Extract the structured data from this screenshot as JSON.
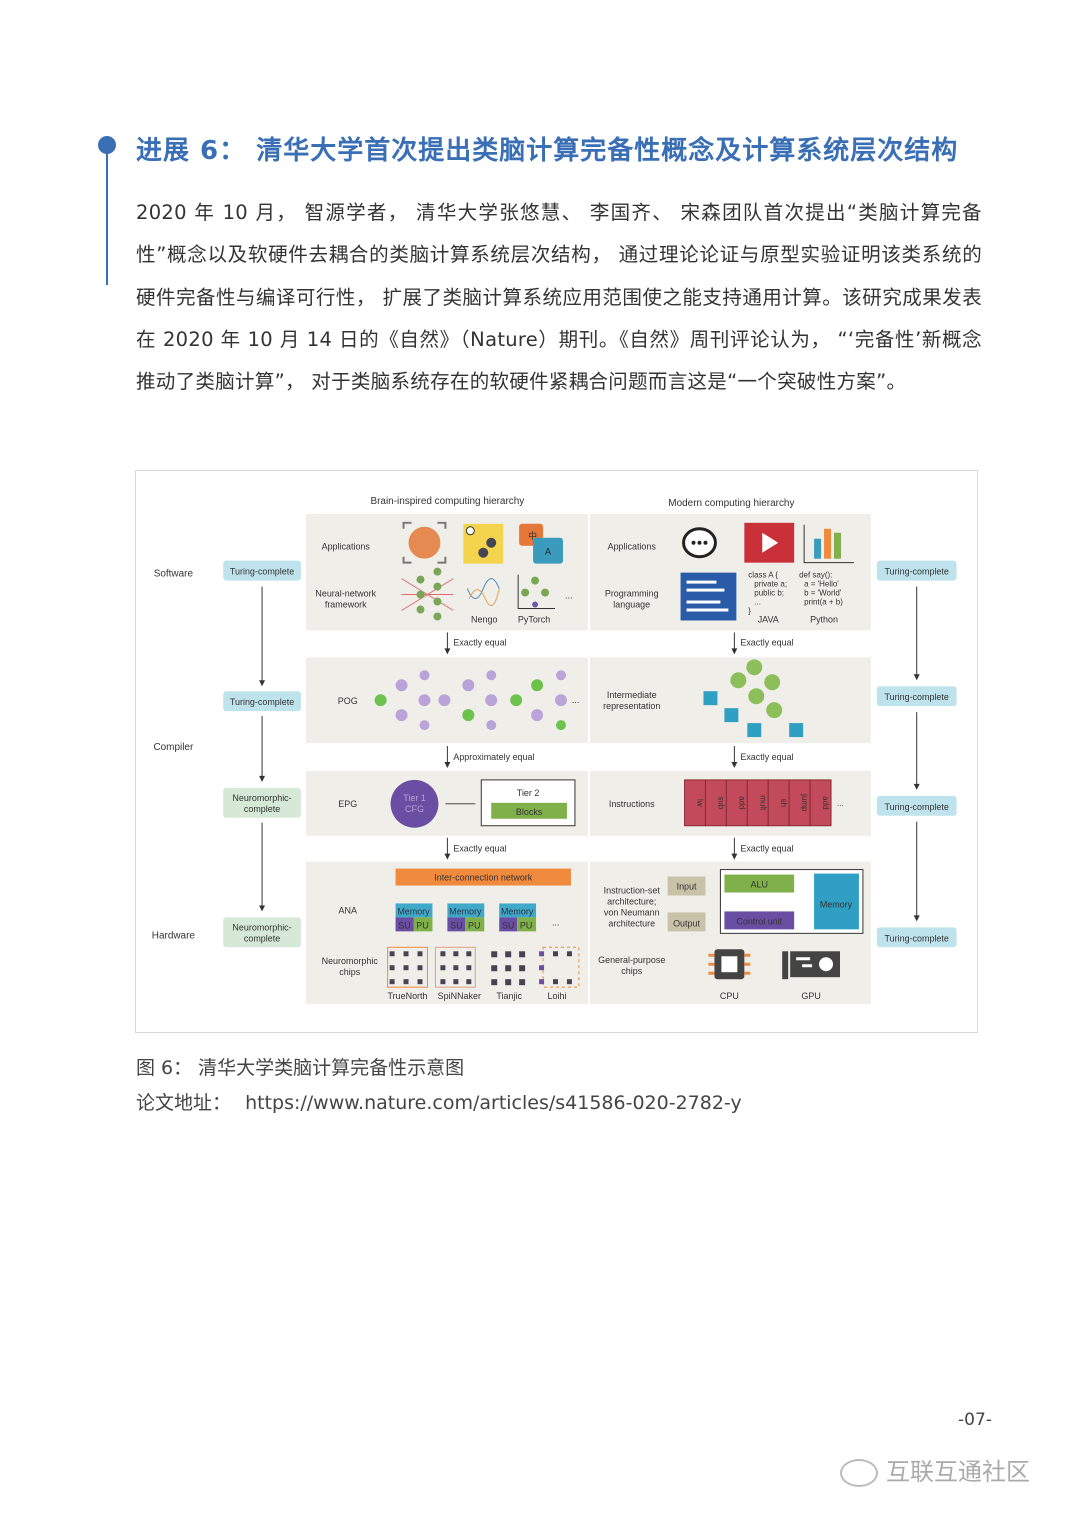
{
  "heading": "进展 6： 清华大学首次提出类脑计算完备性概念及计算系统层次结构",
  "body_text": "2020 年 10 月， 智源学者， 清华大学张悠慧、 李国齐、 宋森团队首次提出“类脑计算完备性”概念以及软硬件去耦合的类脑计算系统层次结构， 通过理论论证与原型实验证明该类系统的硬件完备性与编译可行性， 扩展了类脑计算系统应用范围使之能支持通用计算。该研究成果发表在 2020 年 10 月 14 日的《自然》（Nature）期刊。《自然》周刊评论认为， “‘完备性’新概念推动了类脑计算”， 对于类脑系统存在的软硬件紧耦合问题而言这是“一个突破性方案”。",
  "figure": {
    "left_title": "Brain-inspired computing hierarchy",
    "right_title": "Modern computing hierarchy",
    "levels": {
      "software": "Software",
      "compiler": "Compiler",
      "hardware": "Hardware"
    },
    "left_badges": [
      "Turing-complete",
      "Turing-complete",
      "Neuromorphic-",
      "complete",
      "Neuromorphic-",
      "complete"
    ],
    "right_badges": [
      "Turing-complete",
      "Turing-complete",
      "Turing-complete",
      "Turing-complete"
    ],
    "left": {
      "applications": "Applications",
      "nn_framework": [
        "Neural-network",
        "framework"
      ],
      "nengo": "Nengo",
      "pytorch": "PyTorch",
      "app_icon_zh": "中",
      "app_icon_a": "A",
      "pog": "POG",
      "epg": "EPG",
      "tier1": [
        "Tier 1",
        "CFG"
      ],
      "tier2": "Tier 2",
      "blocks": "Blocks",
      "ana": "ANA",
      "interconnect": "Inter-connection network",
      "memory": "Memory",
      "su": "SU",
      "pu": "PU",
      "neuro_chips": [
        "Neuromorphic",
        "chips"
      ],
      "chips": [
        "TrueNorth",
        "SpiNNaker",
        "Tianjic",
        "Loihi"
      ],
      "ellipsis": "..."
    },
    "right": {
      "applications": "Applications",
      "prog_lang": [
        "Programming",
        "language"
      ],
      "java_code": [
        "class A {",
        "private a;",
        "public b;",
        "...",
        "}"
      ],
      "python_code": [
        "def say():",
        "a = 'Hello'",
        "b = 'World'",
        "print(a + b)"
      ],
      "java": "JAVA",
      "python": "Python",
      "ir": [
        "Intermediate",
        "representation"
      ],
      "instructions": "Instructions",
      "instr_list": [
        "lw",
        "sub",
        "add",
        "mult",
        "sh",
        "jump",
        "add"
      ],
      "isa": [
        "Instruction-set",
        "architecture;",
        "von Neumann",
        "architecture"
      ],
      "input": "Input",
      "output": "Output",
      "alu": "ALU",
      "control": "Control unit",
      "memory": "Memory",
      "gp_chips": [
        "General-purpose",
        "chips"
      ],
      "cpu": "CPU",
      "gpu": "GPU"
    },
    "arrows_left": [
      "Exactly equal",
      "Approximately equal",
      "Exactly equal"
    ],
    "arrows_right": [
      "Exactly equal",
      "Exactly equal",
      "Exactly equal"
    ]
  },
  "caption": "图 6： 清华大学类脑计算完备性示意图",
  "paper_link_label": "论文地址：",
  "paper_link": "https://www.nature.com/articles/s41586-020-2782-y",
  "page_number": "-07-",
  "watermark": "互联互通社区",
  "colors": {
    "accent": "#3a6fb6",
    "panel": "#efeee8",
    "badge_blue": "#bfe3ec",
    "badge_green": "#d5e9d6"
  }
}
